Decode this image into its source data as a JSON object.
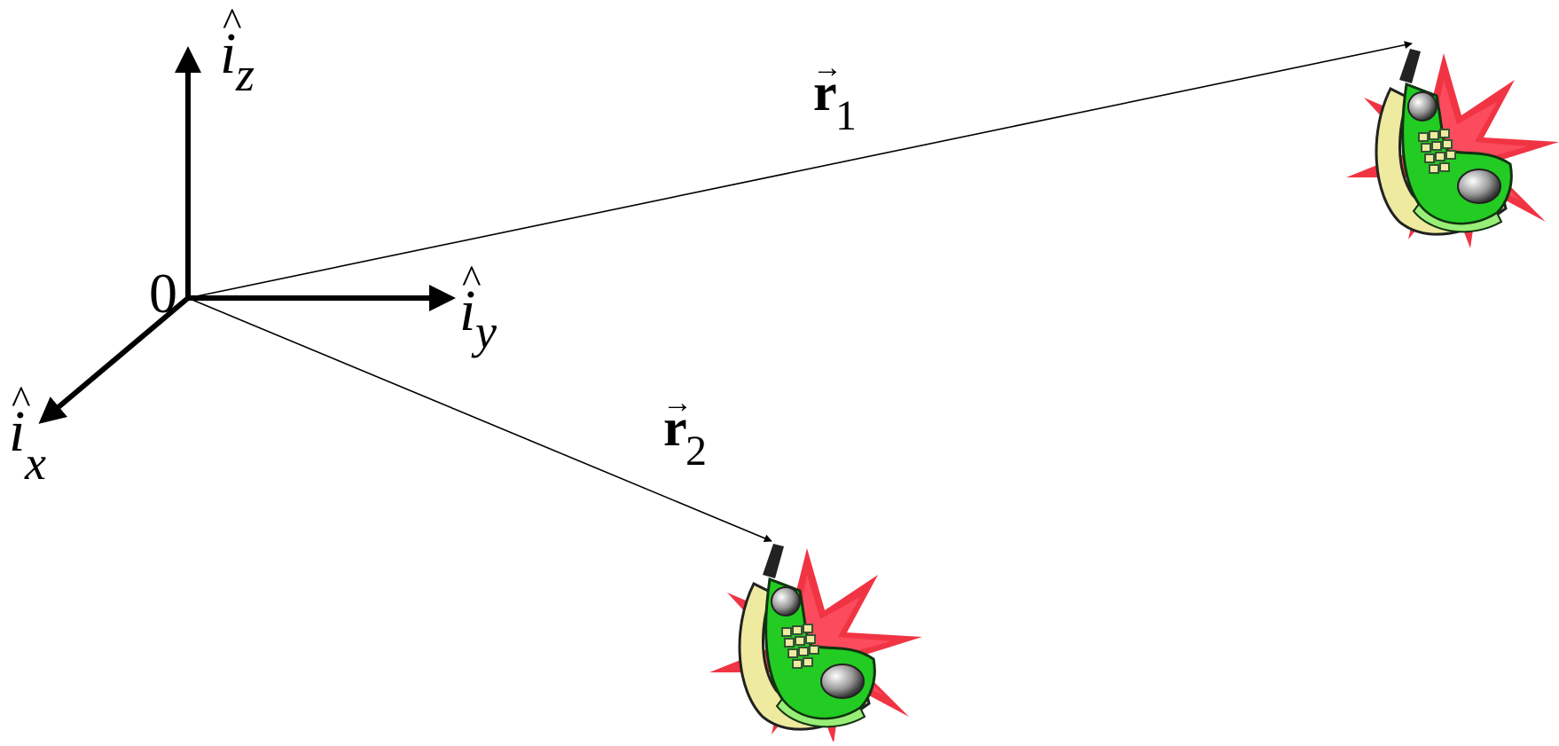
{
  "diagram": {
    "origin_label": "0",
    "axes": {
      "z": {
        "symbol": "i",
        "subscript": "z"
      },
      "y": {
        "symbol": "i",
        "subscript": "y"
      },
      "x": {
        "symbol": "i",
        "subscript": "x"
      }
    },
    "vectors": {
      "r1": {
        "symbol": "r",
        "subscript": "1"
      },
      "r2": {
        "symbol": "r",
        "subscript": "2"
      }
    },
    "icons": {
      "phone1": "cell-phone-icon",
      "phone2": "cell-phone-icon"
    },
    "colors": {
      "ink": "#000000",
      "phone_body": "#22cc22",
      "phone_light": "#99ee77",
      "phone_case": "#eeeaa0",
      "burst": "#ee1122"
    }
  }
}
